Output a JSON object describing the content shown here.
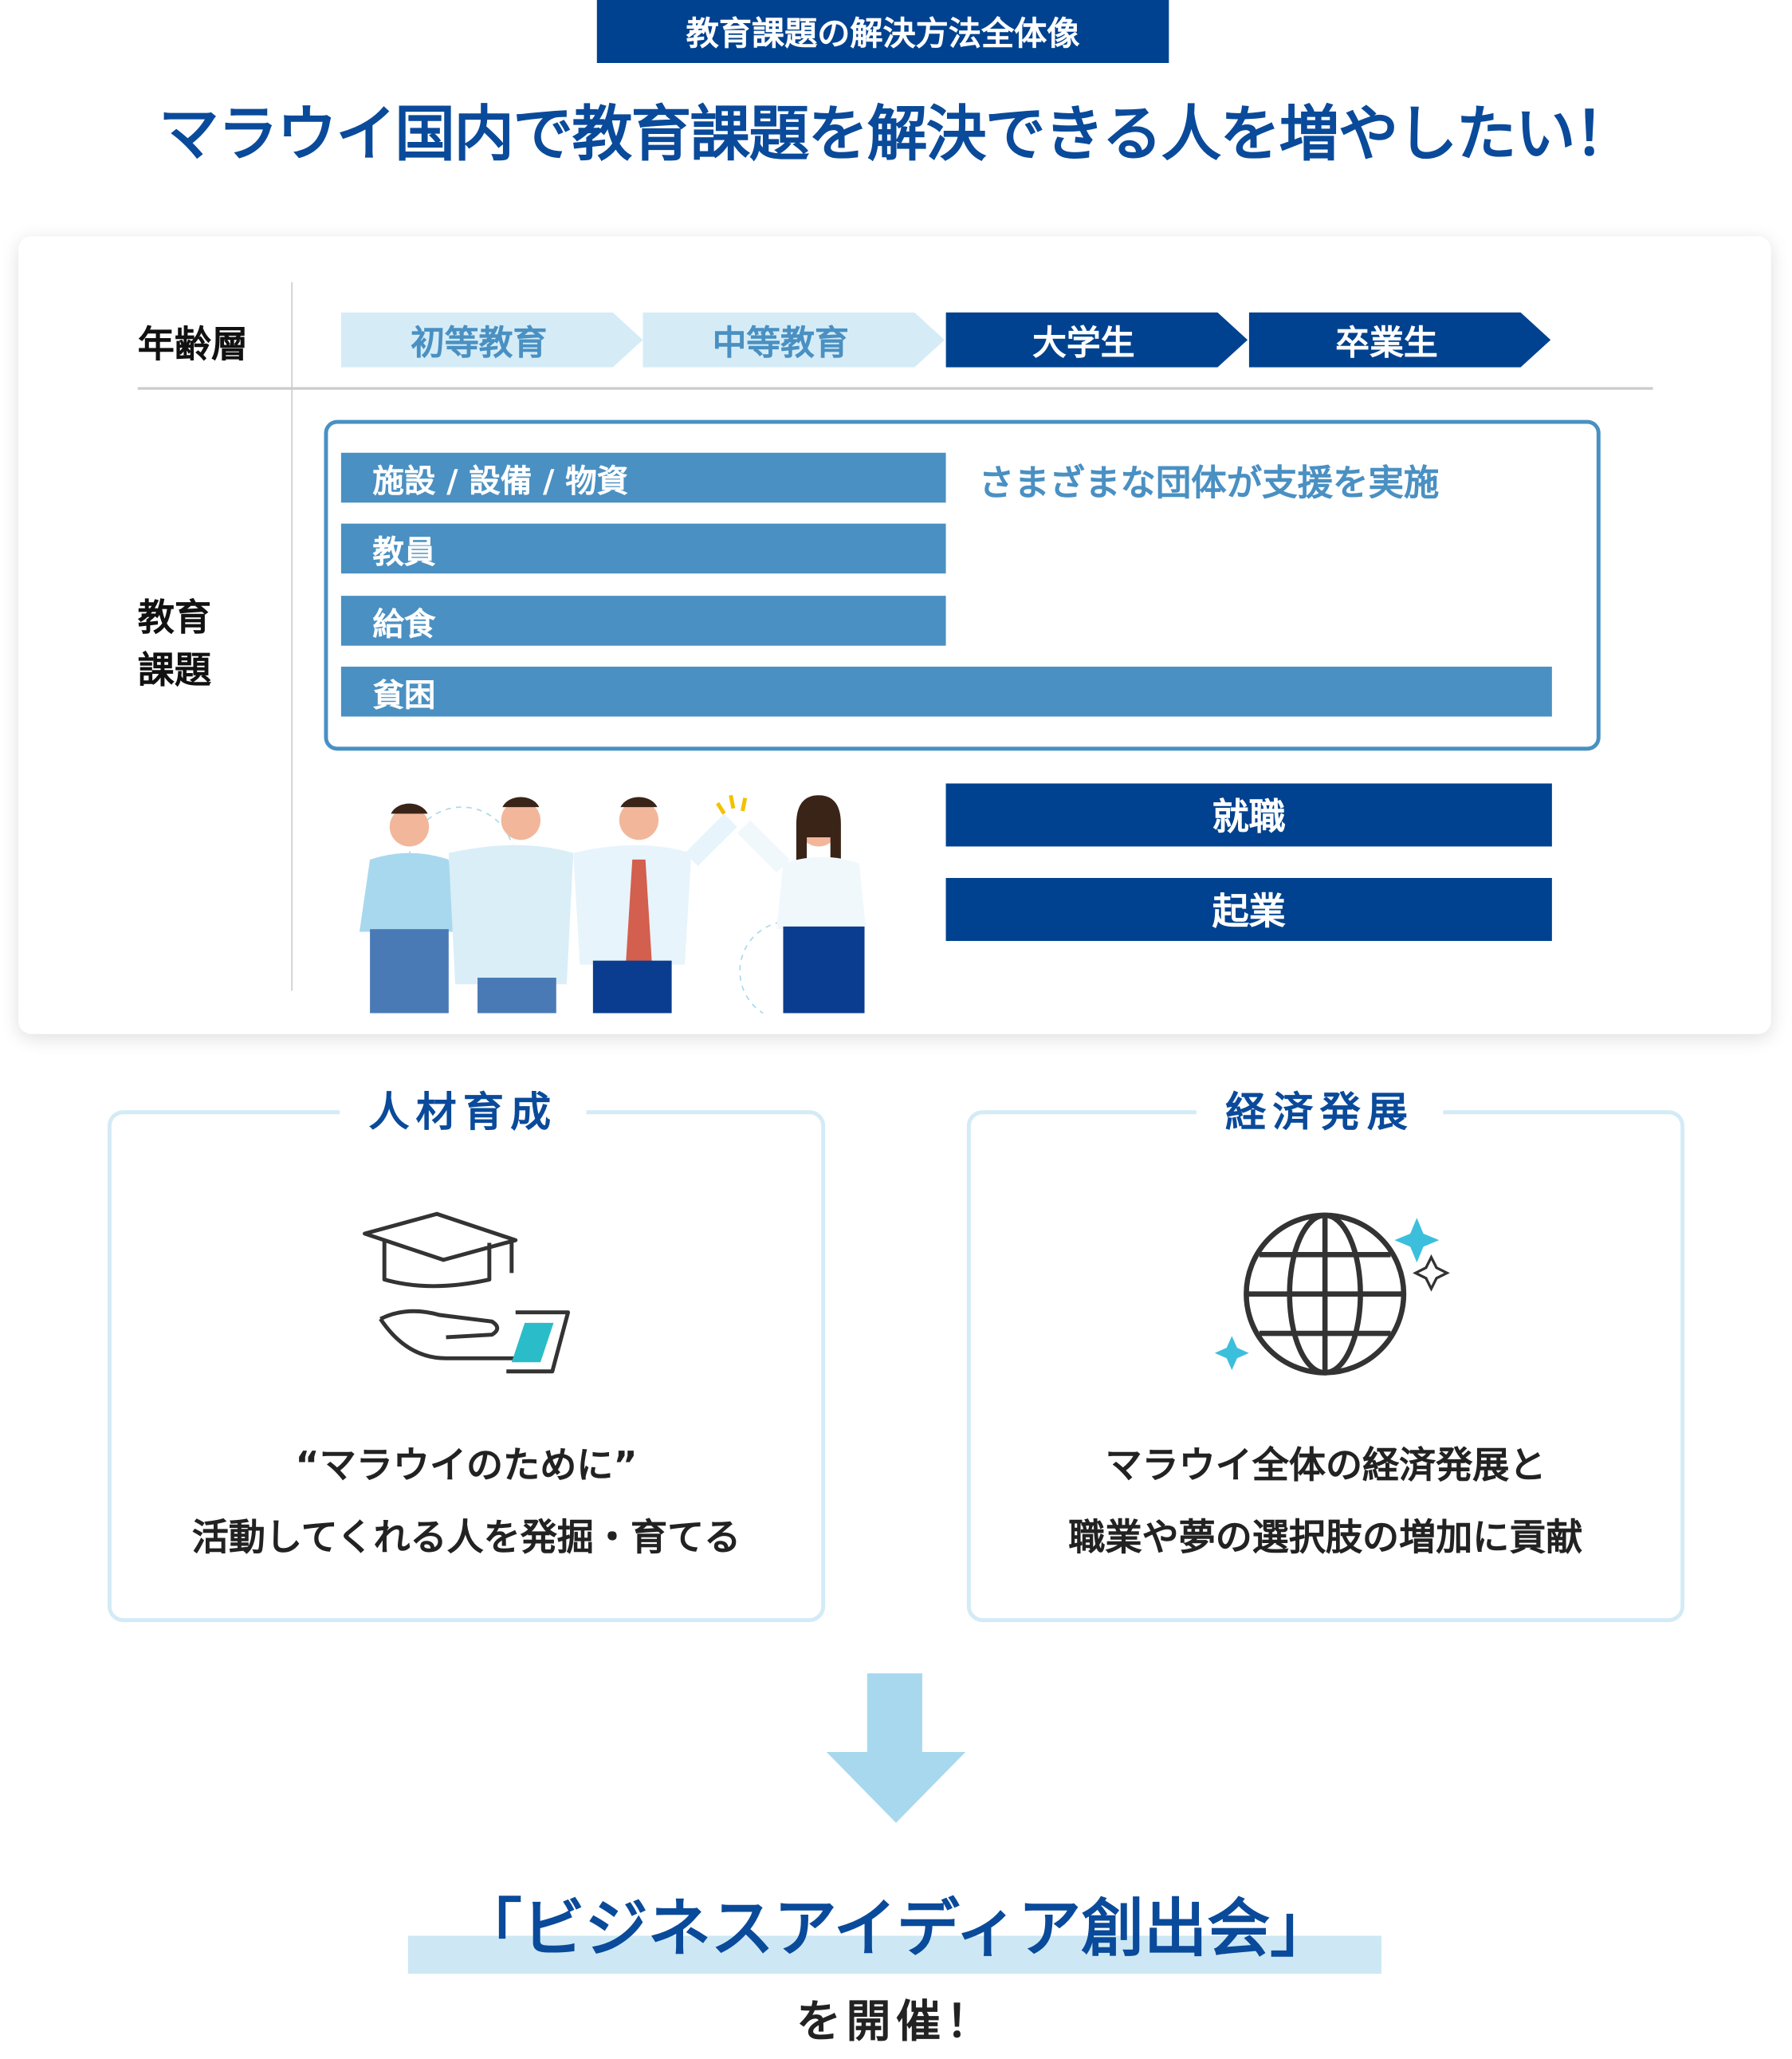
{
  "header": {
    "tag": "教育課題の解決方法全体像",
    "title": "マラウイ国内で教育課題を解決できる人を増やしたい！"
  },
  "diagram": {
    "age_label": "年齢層",
    "stages": [
      "初等教育",
      "中等教育",
      "大学生",
      "卒業生"
    ],
    "issues_label_1": "教育",
    "issues_label_2": "課題",
    "issues": [
      "施設 / 設備 / 物資",
      "教員",
      "給食",
      "貧困"
    ],
    "support_note": "さまざまな団体が支援を実施",
    "outcomes": [
      "就職",
      "起業"
    ]
  },
  "pillars": [
    {
      "heading": "人材育成",
      "line1": "“マラウイのために”",
      "line2": "活動してくれる人を発掘・育てる"
    },
    {
      "heading": "経済発展",
      "line1": "マラウイ全体の経済発展と",
      "line2": "職業や夢の選択肢の増加に貢献"
    }
  ],
  "conclusion": {
    "event": "「ビジネスアイディア創出会」",
    "suffix": "を開催！"
  },
  "colors": {
    "navy": "#00428f",
    "mid": "#4a90c2",
    "light": "#d5ecf7",
    "arrow": "#a8d8ee"
  }
}
